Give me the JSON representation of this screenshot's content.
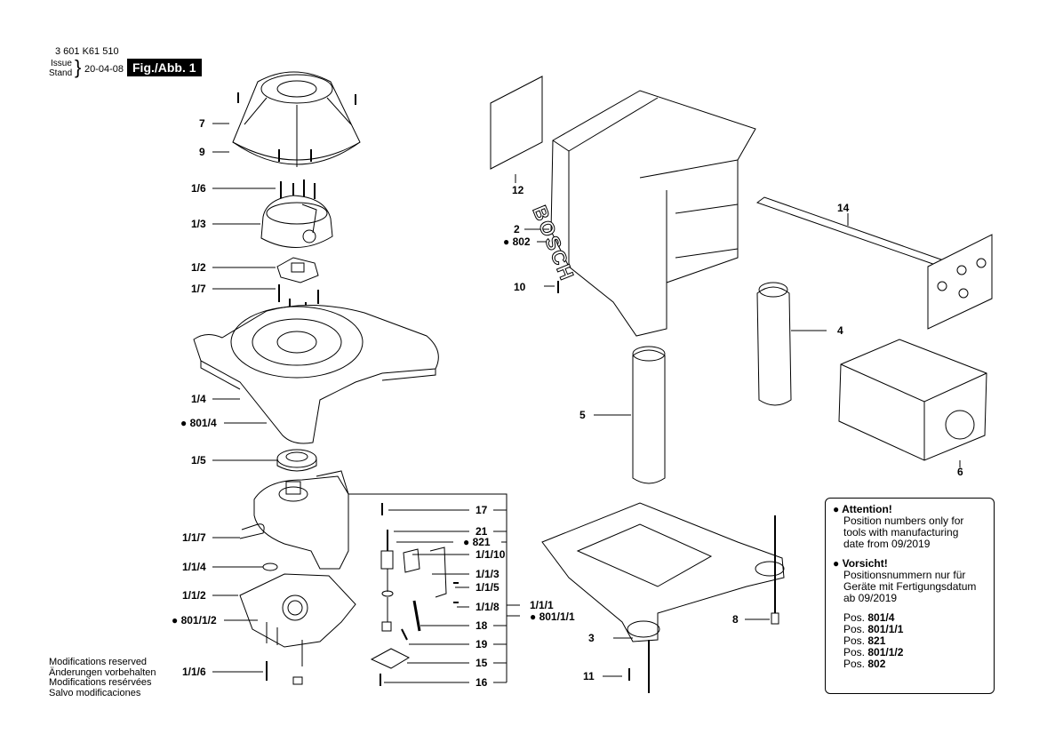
{
  "header": {
    "part_number": "3 601 K61 510",
    "issue_label": "Issue",
    "stand_label": "Stand",
    "issue_date": "20-04-08",
    "figure_label": "Fig./Abb. 1"
  },
  "footer": {
    "lines": [
      "Modifications reserved",
      "Änderungen vorbehalten",
      "Modifications resérvées",
      "Salvo modificaciones"
    ]
  },
  "logo_text": "BOSCH",
  "labels": {
    "l7": "7",
    "l9": "9",
    "l1_6": "1/6",
    "l1_3": "1/3",
    "l1_2": "1/2",
    "l1_7": "1/7",
    "l1_4": "1/4",
    "l801_4": "● 801/4",
    "l1_5": "1/5",
    "l1_1_7": "1/1/7",
    "l1_1_4": "1/1/4",
    "l1_1_2": "1/1/2",
    "l801_1_2": "● 801/1/2",
    "l1_1_6": "1/1/6",
    "l17": "17",
    "l21": "21",
    "l821": "● 821",
    "l1_1_10": "1/1/10",
    "l1_1_3": "1/1/3",
    "l1_1_5": "1/1/5",
    "l1_1_8": "1/1/8",
    "l18": "18",
    "l19": "19",
    "l15": "15",
    "l16": "16",
    "l1_1_1": "1/1/1",
    "l801_1_1": "● 801/1/1",
    "l12": "12",
    "l2": "2",
    "l802": "● 802",
    "l10": "10",
    "l14": "14",
    "l4": "4",
    "l5": "5",
    "l6": "6",
    "l8": "8",
    "l3": "3",
    "l11": "11"
  },
  "note": {
    "attention_title": "● Attention!",
    "attention_lines": [
      "Position  numbers only for",
      "tools with manufacturing",
      "date from 09/2019"
    ],
    "vorsicht_title": "● Vorsicht!",
    "vorsicht_lines": [
      "Positionsnummern nur für",
      "Geräte mit Fertigungsdatum",
      "ab 09/2019"
    ],
    "positions": [
      {
        "prefix": "Pos. ",
        "num": "801/4"
      },
      {
        "prefix": "Pos. ",
        "num": "801/1/1"
      },
      {
        "prefix": "Pos. ",
        "num": "821"
      },
      {
        "prefix": "Pos. ",
        "num": "801/1/2"
      },
      {
        "prefix": "Pos. ",
        "num": "802"
      }
    ]
  }
}
